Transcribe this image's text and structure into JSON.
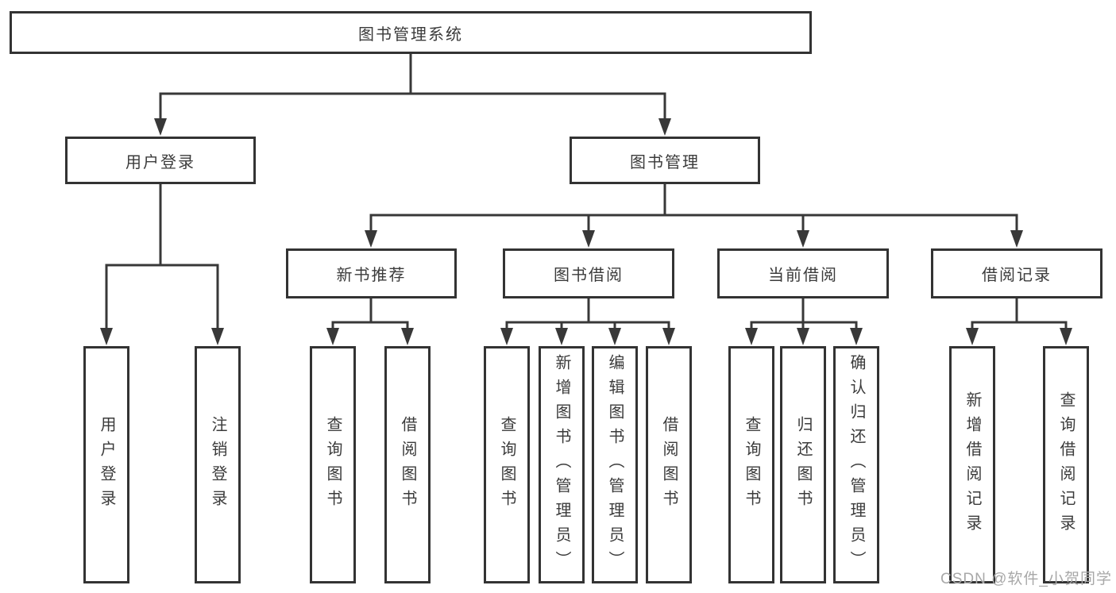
{
  "tree": {
    "label": "图书管理系统",
    "children": [
      {
        "label": "用户登录",
        "children": [
          {
            "label": "用户登录"
          },
          {
            "label": "注销登录"
          }
        ]
      },
      {
        "label": "图书管理",
        "children": [
          {
            "label": "新书推荐",
            "children": [
              {
                "label": "查询图书"
              },
              {
                "label": "借阅图书"
              }
            ]
          },
          {
            "label": "图书借阅",
            "children": [
              {
                "label": "查询图书"
              },
              {
                "label": "新增图书（管理员）"
              },
              {
                "label": "编辑图书（管理员）"
              },
              {
                "label": "借阅图书"
              }
            ]
          },
          {
            "label": "当前借阅",
            "children": [
              {
                "label": "查询图书"
              },
              {
                "label": "归还图书"
              },
              {
                "label": "确认归还（管理员）"
              }
            ]
          },
          {
            "label": "借阅记录",
            "children": [
              {
                "label": "新增借阅记录"
              },
              {
                "label": "查询借阅记录"
              }
            ]
          }
        ]
      }
    ]
  },
  "watermark": {
    "text": "CSDN @软件_小贺同学"
  },
  "colors": {
    "box_border": "#333333",
    "box_text": "#3b3b3b",
    "connector": "#383838",
    "watermark": "#a8a8a8",
    "background": "#ffffff"
  }
}
